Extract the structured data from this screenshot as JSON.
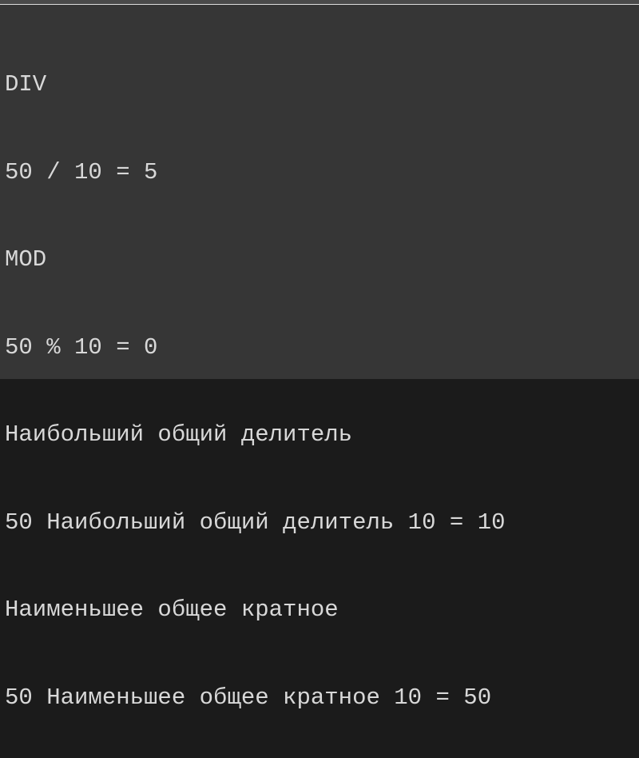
{
  "console": {
    "lines": [
      "DIV",
      "50 / 10 = 5",
      "MOD",
      "50 % 10 = 0",
      "Наибольший общий делитель",
      "50 Наибольший общий делитель 10 = 10",
      "Наименьшее общее кратное",
      "50 Наименьшее общее кратное 10 = 50"
    ]
  },
  "colors": {
    "background": "#363636",
    "text": "#d8d8d8"
  }
}
